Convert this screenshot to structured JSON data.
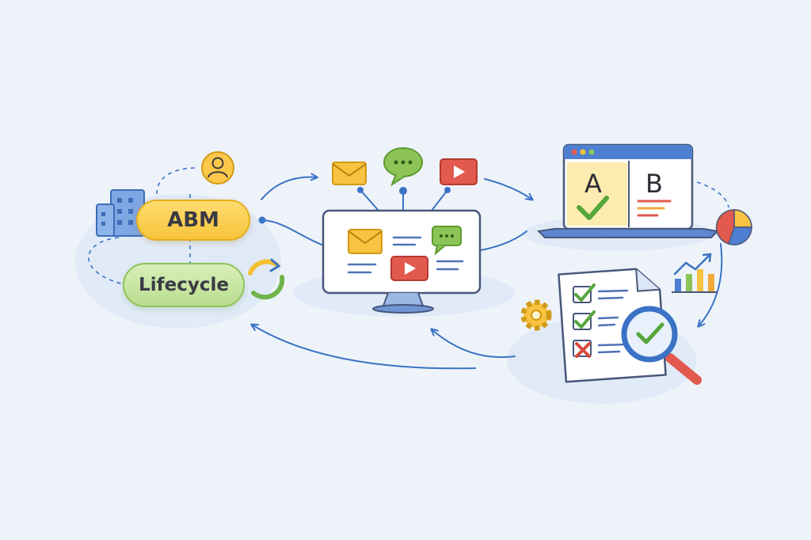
{
  "diagram": {
    "abm_label": "ABM",
    "lifecycle_label": "Lifecycle",
    "variant_a_label": "A",
    "variant_b_label": "B"
  },
  "colors": {
    "background": "#eef3fa",
    "arrow_blue": "#3a73c5",
    "abm_yellow": "#f6c53a",
    "lifecycle_green": "#b9de8e",
    "email_yellow": "#f7c340",
    "chat_green": "#8cc457",
    "video_red": "#e25a4e",
    "check_green": "#55a63b",
    "cross_red": "#d9483b"
  },
  "icons": [
    "office-building-icon",
    "user-avatar-icon",
    "refresh-cycle-icon",
    "email-icon",
    "chat-bubble-icon",
    "video-play-icon",
    "monitor-icon",
    "laptop-icon",
    "pie-chart-icon",
    "growth-bar-chart-icon",
    "checklist-document-icon",
    "magnifier-check-icon",
    "gear-icon"
  ]
}
